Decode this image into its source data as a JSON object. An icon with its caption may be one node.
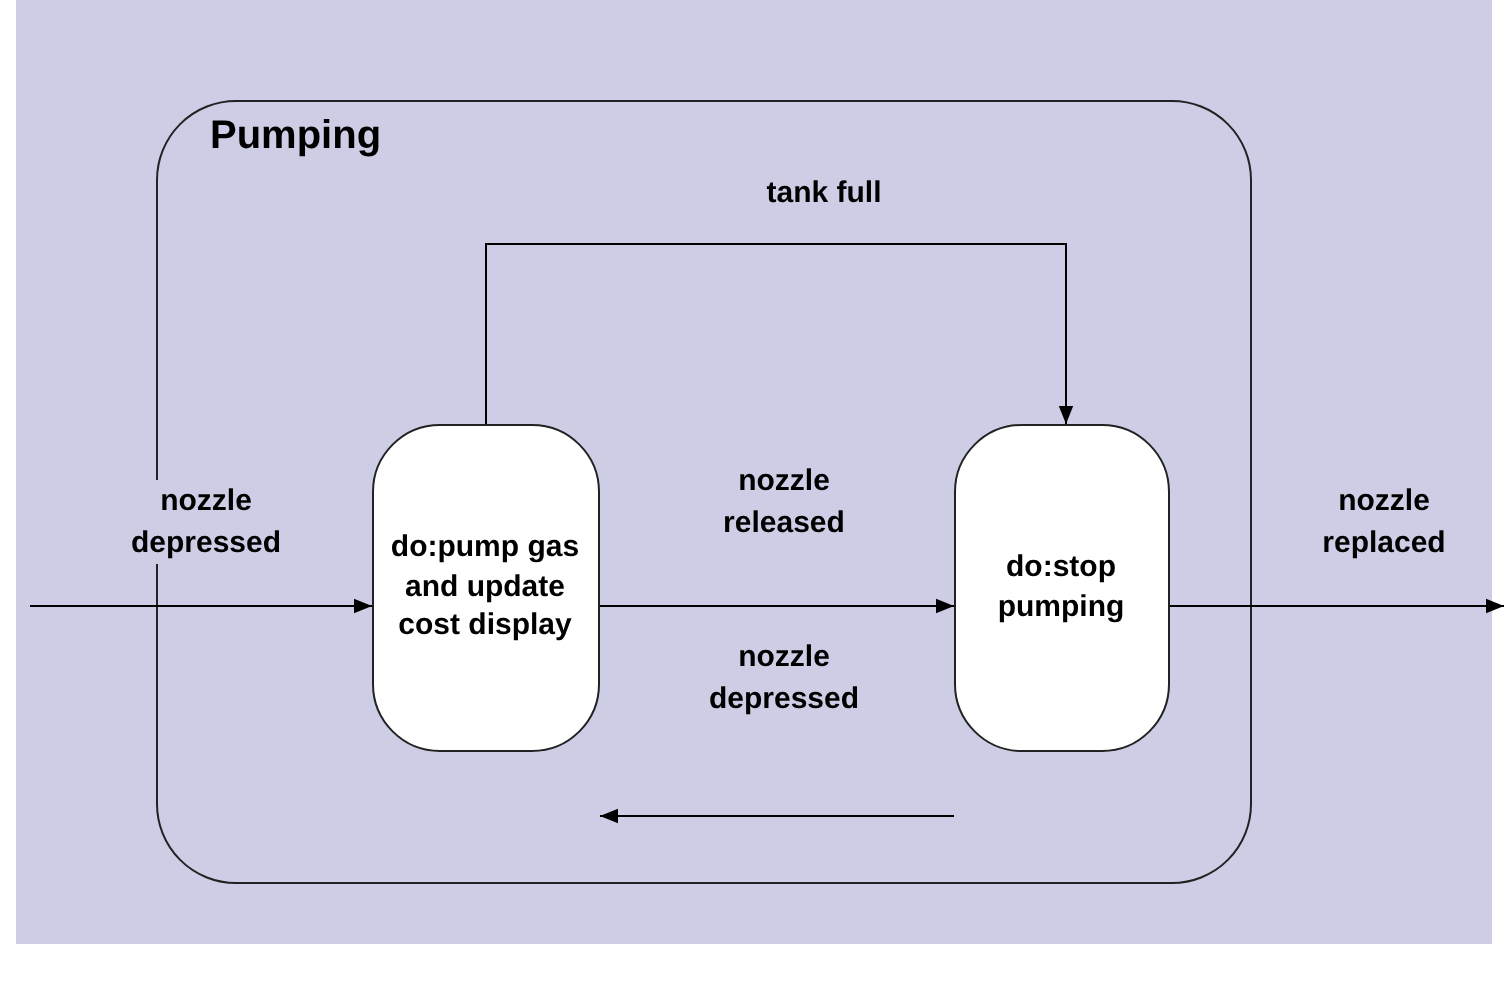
{
  "diagram": {
    "nodes": [
      {
        "text": [
          "Pumping"
        ]
      },
      {
        "text": [
          "do:pump gas and update cost display"
        ],
        "in": 0
      },
      {
        "text": [
          "do:stop pumping"
        ],
        "in": 0
      }
    ],
    "edges": [
      {
        "from": null,
        "to": 1,
        "arrow": "to",
        "label": "nozzle depressed"
      },
      {
        "from": 1,
        "to": 2,
        "arrow": "to",
        "label": "nozzle released"
      },
      {
        "from": 2,
        "to": 1,
        "arrow": "to",
        "label": "nozzle depressed"
      },
      {
        "from": 1,
        "to": 2,
        "arrow": "to",
        "label": "tank full"
      },
      {
        "from": 2,
        "to": null,
        "arrow": "to",
        "label": "nozzle replaced"
      }
    ]
  }
}
